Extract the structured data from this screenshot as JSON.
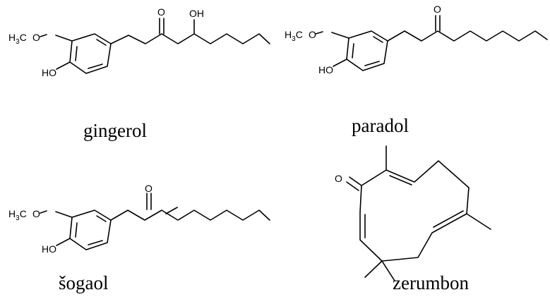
{
  "molecules": [
    {
      "name": "gingerol",
      "atoms": {
        "methoxy_h": "H",
        "methoxy_3": "3",
        "methoxy_c": "C",
        "methoxy_o": "O",
        "hydroxy": "HO",
        "carbonyl_o": "O",
        "hydroxyl_oh": "OH"
      }
    },
    {
      "name": "paradol",
      "atoms": {
        "methoxy_h": "H",
        "methoxy_3": "3",
        "methoxy_c": "C",
        "methoxy_o": "O",
        "hydroxy": "HO",
        "carbonyl_o": "O"
      }
    },
    {
      "name": "šogaol",
      "atoms": {
        "methoxy_h": "H",
        "methoxy_3": "3",
        "methoxy_c": "C",
        "methoxy_o": "O",
        "hydroxy": "HO",
        "carbonyl_o": "O"
      }
    },
    {
      "name": "zerumbon",
      "atoms": {
        "carbonyl_o": "O"
      }
    }
  ]
}
